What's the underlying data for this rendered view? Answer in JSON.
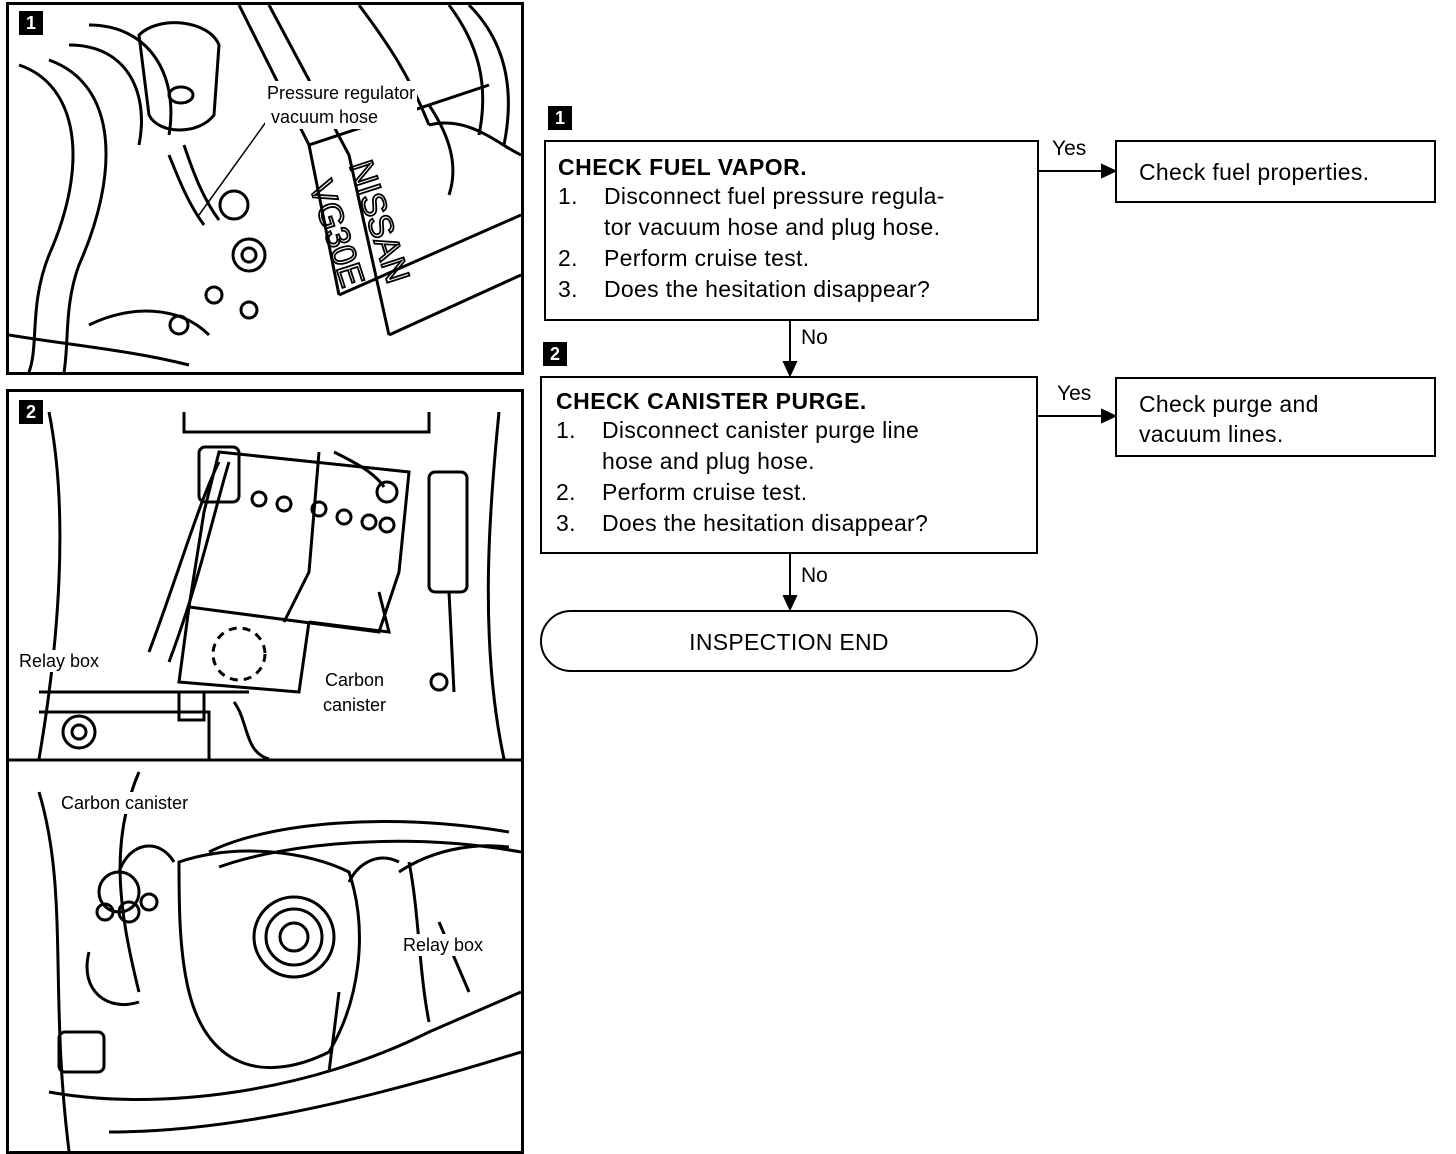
{
  "illustrations": {
    "fig1": {
      "badge": "1",
      "label_pressure_regulator": [
        "Pressure regulator",
        "vacuum hose"
      ]
    },
    "fig2": {
      "badge": "2",
      "label_relay_box_top": "Relay box",
      "label_carbon_canister_top": [
        "Carbon",
        "canister"
      ],
      "label_carbon_canister_bottom": "Carbon canister",
      "label_relay_box_bottom": "Relay box"
    }
  },
  "flowchart": {
    "step1": {
      "badge": "1",
      "title": "CHECK FUEL VAPOR.",
      "items": [
        {
          "num": "1.",
          "text": "Disconnect fuel pressure regula-"
        },
        {
          "num": "",
          "text": "tor vacuum hose and plug hose."
        },
        {
          "num": "2.",
          "text": "Perform cruise test."
        },
        {
          "num": "3.",
          "text": "Does the hesitation disappear?"
        }
      ],
      "yes_label": "Yes",
      "yes_result": "Check fuel properties.",
      "no_label": "No"
    },
    "step2": {
      "badge": "2",
      "title": "CHECK CANISTER PURGE.",
      "items": [
        {
          "num": "1.",
          "text": "Disconnect canister purge line"
        },
        {
          "num": "",
          "text": "hose and plug hose."
        },
        {
          "num": "2.",
          "text": "Perform cruise test."
        },
        {
          "num": "3.",
          "text": "Does the hesitation disappear?"
        }
      ],
      "yes_label": "Yes",
      "yes_result": [
        "Check purge and",
        "vacuum lines."
      ],
      "no_label": "No"
    },
    "end": "INSPECTION END"
  }
}
